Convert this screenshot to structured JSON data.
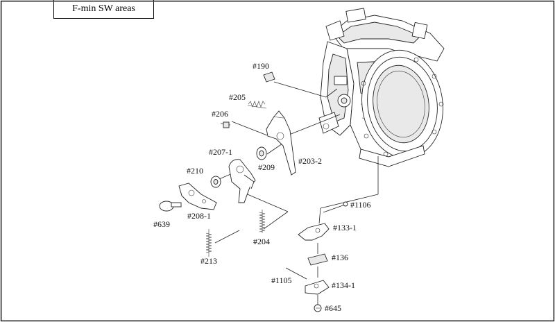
{
  "title": "F-min SW areas",
  "parts": {
    "p190": "#190",
    "p205": "#205",
    "p206": "#206",
    "p2071": "#207-1",
    "p209": "#209",
    "p2032": "#203-2",
    "p210": "#210",
    "p639": "#639",
    "p2081": "#208-1",
    "p204": "#204",
    "p213": "#213",
    "p1106": "#1106",
    "p1331": "#133-1",
    "p136": "#136",
    "p1105": "#1105",
    "p1341": "#134-1",
    "p645": "#645"
  }
}
